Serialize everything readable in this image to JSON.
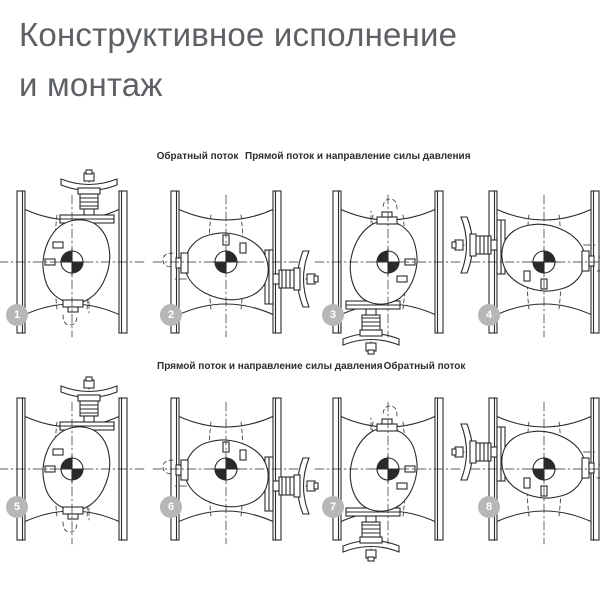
{
  "title": {
    "line1": "Конструктивное исполнение",
    "line2": "и монтаж"
  },
  "row1": {
    "label_reverse": "Обратный поток",
    "label_direct": "Прямой поток и направление силы давления"
  },
  "row2": {
    "label_direct": "Прямой поток и направление силы давления",
    "label_reverse": "Обратный поток"
  },
  "diagrams": [
    {
      "number": "1",
      "orientation": "handwheel-up",
      "flow": "reverse"
    },
    {
      "number": "2",
      "orientation": "handwheel-right",
      "flow": "direct"
    },
    {
      "number": "3",
      "orientation": "handwheel-down",
      "flow": "direct"
    },
    {
      "number": "4",
      "orientation": "handwheel-left",
      "flow": "direct"
    },
    {
      "number": "5",
      "orientation": "handwheel-up",
      "flow": "direct"
    },
    {
      "number": "6",
      "orientation": "handwheel-right",
      "flow": "direct"
    },
    {
      "number": "7",
      "orientation": "handwheel-down",
      "flow": "direct"
    },
    {
      "number": "8",
      "orientation": "handwheel-left",
      "flow": "reverse"
    }
  ],
  "colors": {
    "line": "#2a2a2a",
    "title_text": "#5d6165",
    "label_text": "#2e2e2e",
    "badge_bg": "#b7b7b9",
    "badge_text": "#ffffff"
  }
}
